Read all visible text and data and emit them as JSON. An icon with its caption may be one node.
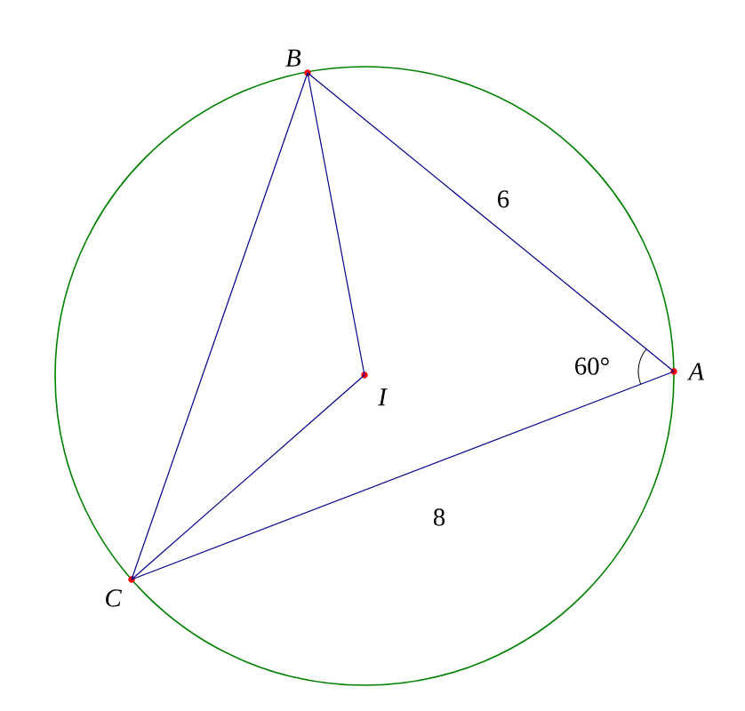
{
  "diagram": {
    "nodes": [
      {
        "text": [
          "B"
        ]
      },
      {
        "text": [
          "A"
        ]
      },
      {
        "text": [
          "I"
        ]
      },
      {
        "text": [
          "C"
        ]
      }
    ],
    "edges": [
      {
        "from": 0,
        "to": 1,
        "arrow": "none",
        "label": "6"
      },
      {
        "from": 1,
        "to": 3,
        "arrow": "none",
        "label": "8"
      },
      {
        "from": 0,
        "to": 3,
        "arrow": "none"
      },
      {
        "from": 0,
        "to": 2,
        "arrow": "none"
      },
      {
        "from": 3,
        "to": 2,
        "arrow": "none"
      }
    ],
    "labels": [
      "60°"
    ]
  }
}
